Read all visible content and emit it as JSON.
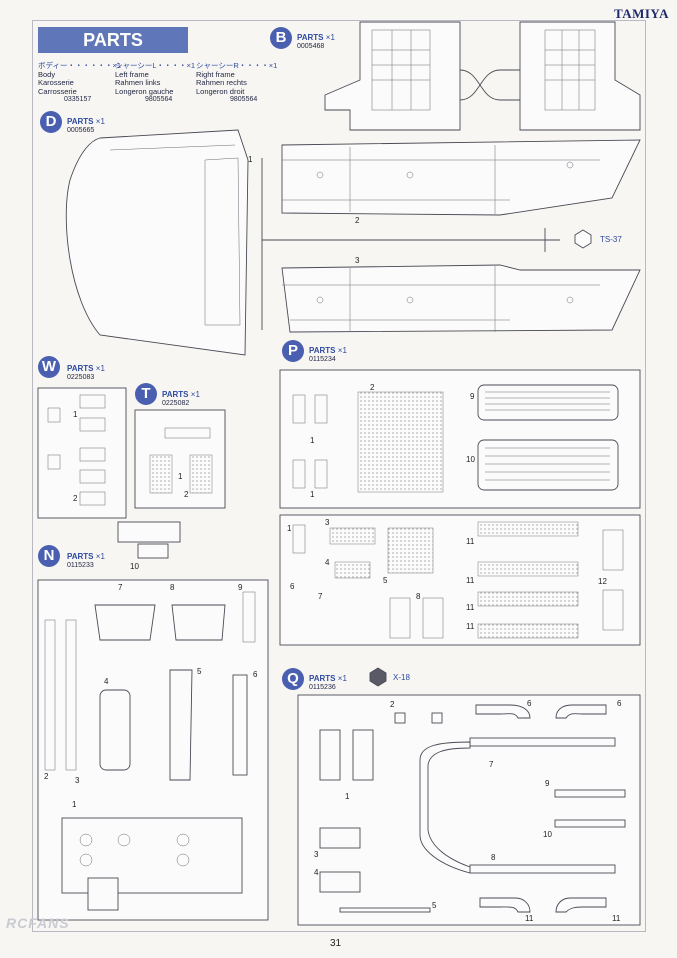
{
  "brand": "TAMIYA",
  "page_number": "31",
  "banner": "PARTS",
  "legend": [
    {
      "jp": "ボディー・・・・・・×1",
      "lines": [
        "Body",
        "Karosserie",
        "Carrosserie"
      ],
      "code": "0335157"
    },
    {
      "jp": "シャーシーL・・・・×1",
      "lines": [
        "Left frame",
        "Rahmen links",
        "Longeron gauche"
      ],
      "code": "9805564"
    },
    {
      "jp": "シャーシーR・・・・×1",
      "lines": [
        "Right frame",
        "Rahmen rechts",
        "Longeron droit"
      ],
      "code": "9805564"
    }
  ],
  "groups": {
    "B": {
      "letter": "B",
      "label": "PARTS",
      "qty": "×1",
      "code": "0005468"
    },
    "D": {
      "letter": "D",
      "label": "PARTS",
      "qty": "×1",
      "code": "0005665"
    },
    "W": {
      "letter": "W",
      "label": "PARTS",
      "qty": "×1",
      "code": "0225083"
    },
    "T": {
      "letter": "T",
      "label": "PARTS",
      "qty": "×1",
      "code": "0225082"
    },
    "P": {
      "letter": "P",
      "label": "PARTS",
      "qty": "×1",
      "code": "0115234"
    },
    "N": {
      "letter": "N",
      "label": "PARTS",
      "qty": "×1",
      "code": "0115233"
    },
    "Q": {
      "letter": "Q",
      "label": "PARTS",
      "qty": "×1",
      "code": "0115236"
    }
  },
  "callouts": {
    "ts37": "TS-37",
    "x18": "X-18"
  },
  "part_numbers": {
    "b1": "1",
    "b2": "2",
    "b3": "3",
    "p1a": "1",
    "p1b": "1",
    "p1c": "1",
    "p2": "2",
    "p3": "3",
    "p4": "4",
    "p5": "5",
    "p6": "6",
    "p7": "7",
    "p8": "8",
    "p9": "9",
    "p10": "10",
    "p11a": "11",
    "p11b": "11",
    "p11c": "11",
    "p11d": "11",
    "p12": "12",
    "n1": "1",
    "n2": "2",
    "n3": "3",
    "n4": "4",
    "n5": "5",
    "n6": "6",
    "n7": "7",
    "n8": "8",
    "n9": "9",
    "n10": "10",
    "w1": "1",
    "w2": "2",
    "t1": "1",
    "t2": "2",
    "q1": "1",
    "q2": "2",
    "q3": "3",
    "q4": "4",
    "q5": "5",
    "q6a": "6",
    "q6b": "6",
    "q7": "7",
    "q8": "8",
    "q9": "9",
    "q10": "10",
    "q11a": "11",
    "q11b": "11"
  },
  "watermark": "RCFANS"
}
